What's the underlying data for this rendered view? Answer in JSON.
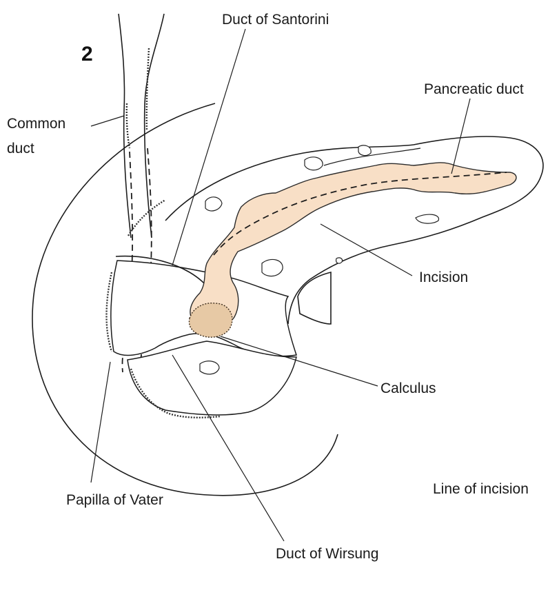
{
  "figure": {
    "number": "2",
    "labels": {
      "duct_of_santorini": "Duct of Santorini",
      "pancreatic_duct": "Pancreatic duct",
      "common_duct_line1": "Common",
      "common_duct_line2": "duct",
      "incision": "Incision",
      "calculus": "Calculus",
      "line_of_incision": "Line of incision",
      "papilla_of_vater": "Papilla of Vater",
      "duct_of_wirsung": "Duct of Wirsung"
    },
    "colors": {
      "line": "#1c1c1c",
      "incision_fill": "#f8dfc6",
      "background": "#ffffff"
    }
  }
}
